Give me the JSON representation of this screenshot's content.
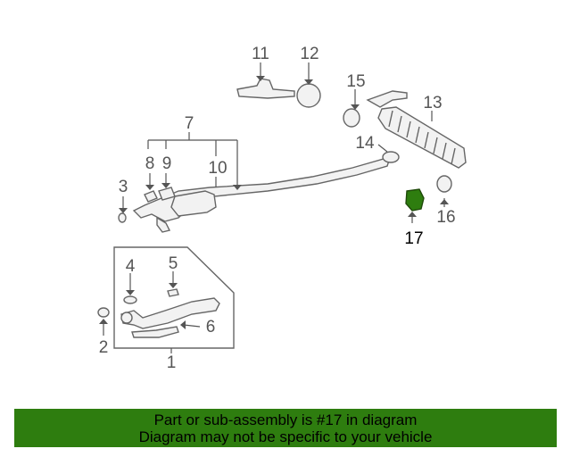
{
  "diagram": {
    "callouts": [
      "1",
      "2",
      "3",
      "4",
      "5",
      "6",
      "7",
      "8",
      "9",
      "10",
      "11",
      "12",
      "13",
      "14",
      "15",
      "16",
      "17"
    ],
    "highlighted_part": "17",
    "highlight_color": "#2e7d0f"
  },
  "banner": {
    "line1": "Part or sub-assembly is #17 in diagram",
    "line2": "Diagram may not be specific to your vehicle",
    "background": "#2e7d0f"
  }
}
